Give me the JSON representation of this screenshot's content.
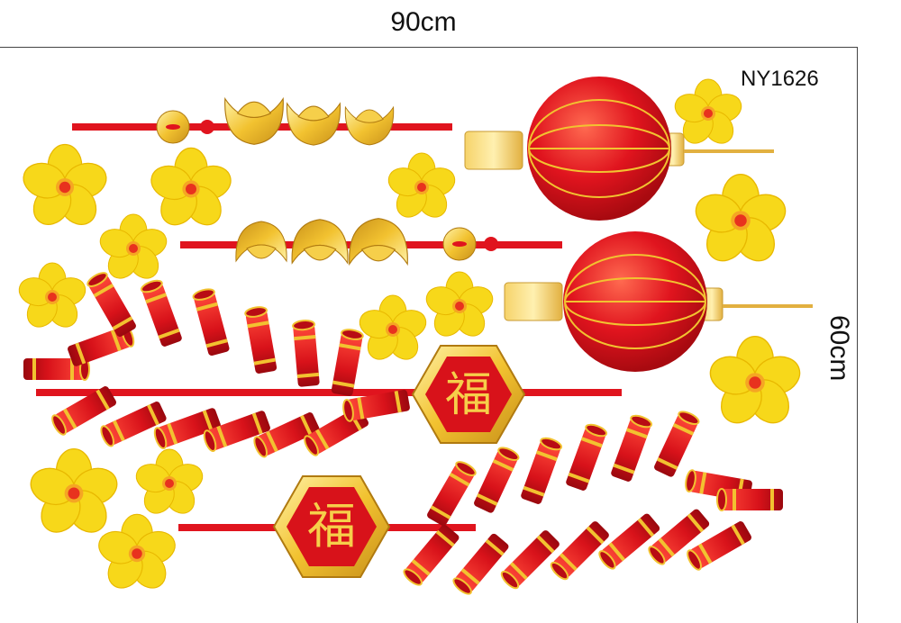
{
  "labels": {
    "width": "90cm",
    "height": "60cm",
    "product_code": "NY1626"
  },
  "colors": {
    "red": "#e0141e",
    "dark_red": "#a80a10",
    "gold": "#f2c230",
    "light_gold": "#fde88a",
    "flower_yellow": "#f7d81a",
    "flower_center": "#e8321e"
  },
  "decorations": {
    "icons": [
      "plum-blossom-icon",
      "gold-ingot-icon",
      "red-lantern-icon",
      "firecracker-icon",
      "fu-hexagon-icon"
    ],
    "fu_character": "福"
  }
}
